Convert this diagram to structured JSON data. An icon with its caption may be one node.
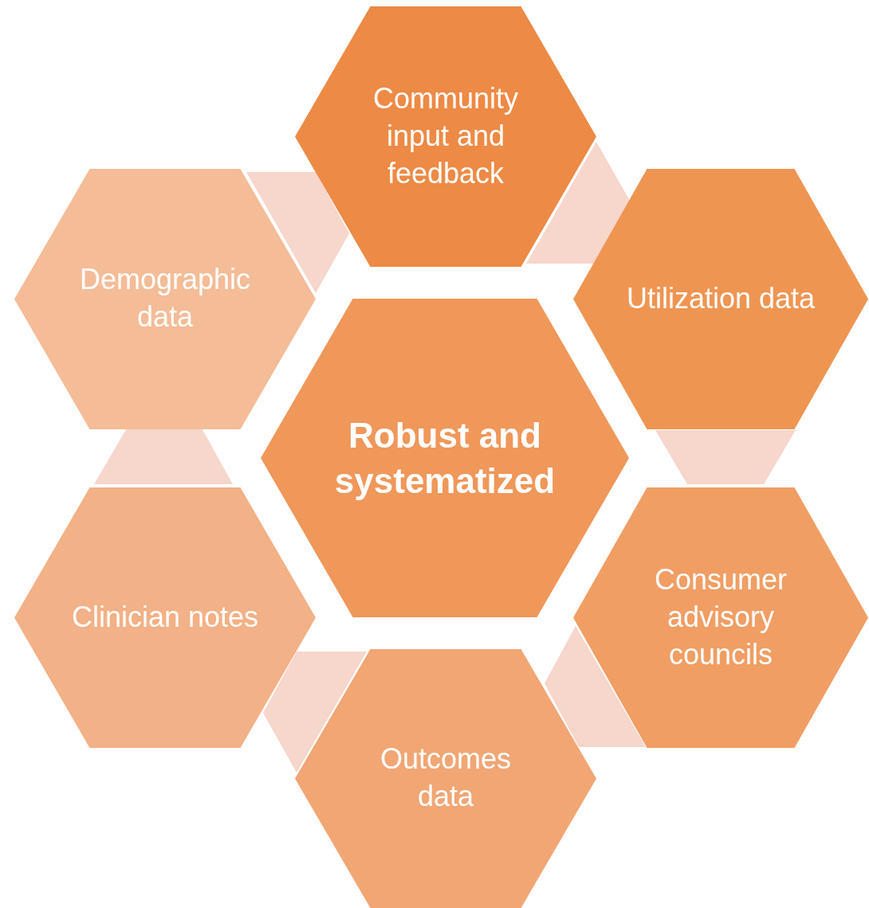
{
  "diagram": {
    "nodes": [
      {
        "text": [
          "Robust and systematized"
        ]
      },
      {
        "text": [
          "Community input and feedback"
        ]
      },
      {
        "text": [
          "Utilization data"
        ]
      },
      {
        "text": [
          "Consumer advisory councils"
        ]
      },
      {
        "text": [
          "Outcomes data"
        ]
      },
      {
        "text": [
          "Clinician notes"
        ]
      },
      {
        "text": [
          "Demographic data"
        ]
      }
    ]
  }
}
